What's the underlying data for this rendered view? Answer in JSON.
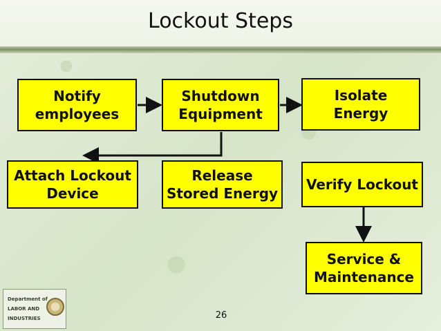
{
  "title": "Lockout Steps",
  "page_number": "26",
  "colors": {
    "box_fill": "#ffff00",
    "box_border": "#111111",
    "arrow": "#111111"
  },
  "steps": [
    {
      "label": "Notify\nemployees"
    },
    {
      "label": "Shutdown\nEquipment"
    },
    {
      "label": "Isolate\nEnergy"
    },
    {
      "label": "Attach Lockout\nDevice"
    },
    {
      "label": "Release\nStored Energy"
    },
    {
      "label": "Verify Lockout"
    },
    {
      "label": "Service &\nMaintenance"
    }
  ],
  "logo": {
    "lines": [
      "Department of",
      "LABOR AND",
      "INDUSTRIES"
    ]
  }
}
